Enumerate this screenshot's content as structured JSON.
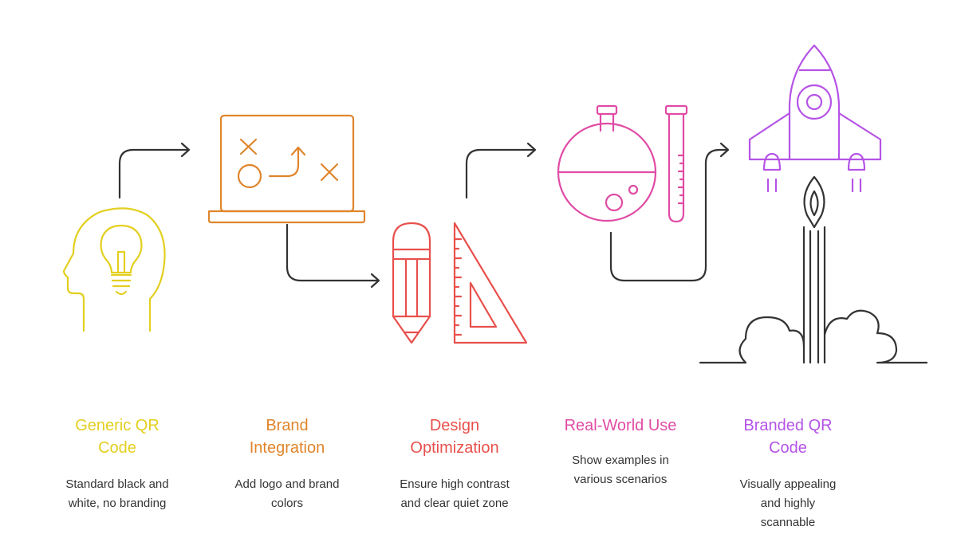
{
  "colors": {
    "yellow": "#e3cf1f",
    "orange": "#e0852c",
    "red": "#e8504c",
    "pink": "#e04ba5",
    "purple": "#b553e6",
    "connector": "#333333",
    "line": "#333333"
  },
  "icons": [
    "head-lightbulb-icon",
    "laptop-plan-icon",
    "pencil-icon",
    "set-square-icon",
    "flask-icon",
    "test-tube-icon",
    "rocket-icon",
    "cloud-icon"
  ],
  "steps": [
    {
      "title": "Generic QR Code",
      "desc": "Standard black and white, no branding",
      "color": "#e3cf1f"
    },
    {
      "title": "Brand Integration",
      "desc": "Add logo and brand colors",
      "color": "#e0852c"
    },
    {
      "title": "Design Optimization",
      "desc": "Ensure high contrast and clear quiet zone",
      "color": "#e8504c"
    },
    {
      "title": "Real-World Use",
      "desc": "Show examples in various scenarios",
      "color": "#e04ba5"
    },
    {
      "title": "Branded QR Code",
      "desc": "Visually appealing and highly scannable",
      "color": "#b553e6"
    }
  ]
}
